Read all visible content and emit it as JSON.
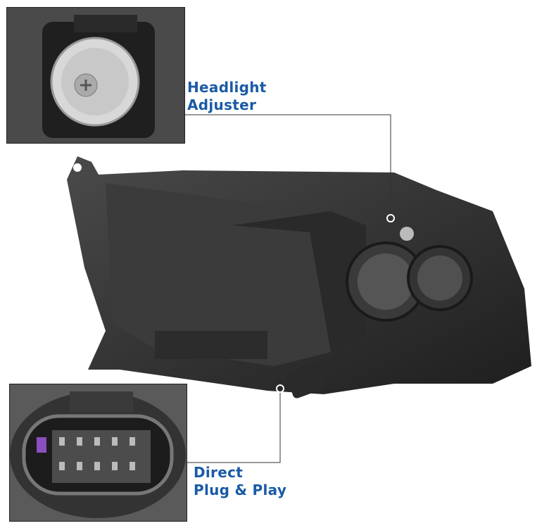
{
  "callouts": {
    "adjuster": {
      "line1": "Headlight",
      "line2": "Adjuster"
    },
    "plug": {
      "line1": "Direct",
      "line2": "Plug & Play"
    }
  },
  "colors": {
    "label": "#1a5aa5",
    "housing": "#2e2e2e"
  }
}
